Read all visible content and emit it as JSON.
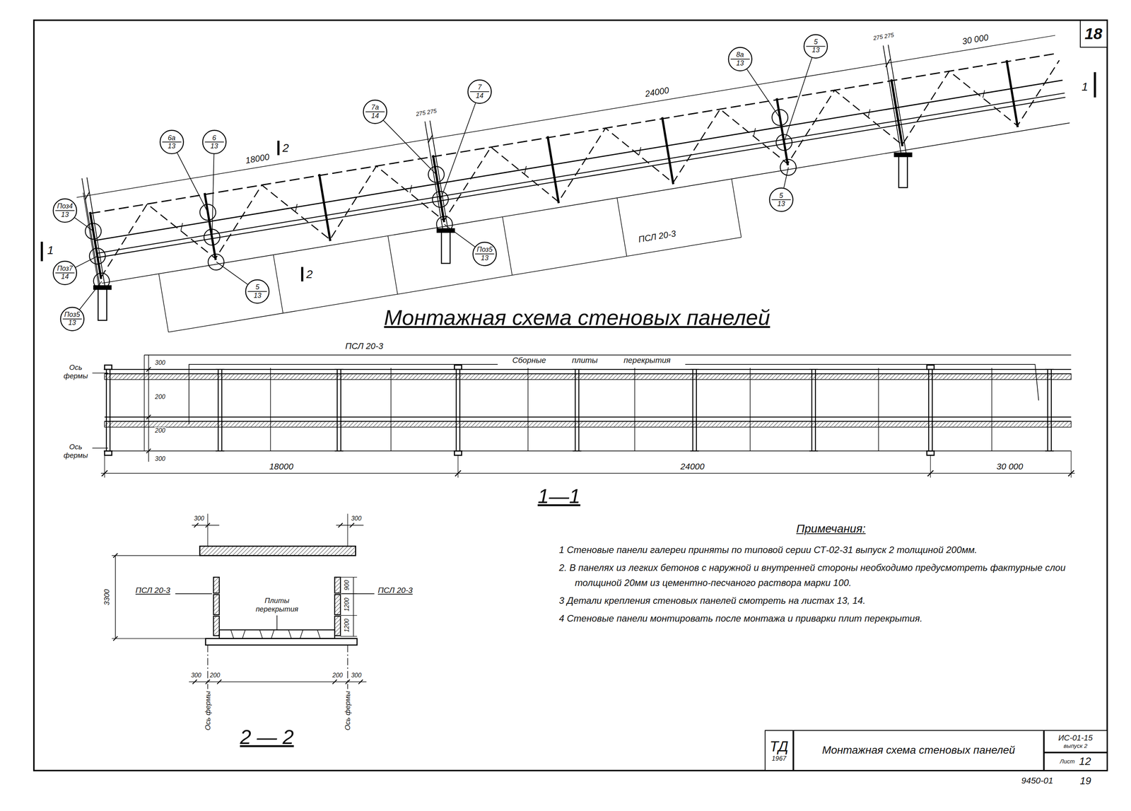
{
  "diagram": {
    "title": "Монтажная схема стеновых панелей",
    "nodes": [
      {
        "text": [
          "18"
        ]
      },
      {
        "text": [
          "Поз4",
          "13"
        ]
      },
      {
        "text": [
          "Поз7",
          "14"
        ]
      },
      {
        "text": [
          "Поз5",
          "13"
        ]
      },
      {
        "text": [
          "6а",
          "13"
        ]
      },
      {
        "text": [
          "6",
          "13"
        ]
      },
      {
        "text": [
          "5",
          "13"
        ]
      },
      {
        "text": [
          "7а",
          "14"
        ]
      },
      {
        "text": [
          "7",
          "14"
        ]
      },
      {
        "text": [
          "Поз5",
          "13"
        ]
      },
      {
        "text": [
          "8а",
          "13"
        ]
      },
      {
        "text": [
          "5",
          "13"
        ]
      },
      {
        "text": [
          "5",
          "13"
        ]
      },
      {
        "text": [
          "ТД",
          "1967"
        ]
      },
      {
        "text": [
          "Монтажная схема стеновых панелей"
        ]
      },
      {
        "text": [
          "ИС-01-15",
          "выпуск 2"
        ]
      },
      {
        "text": [
          "Лист",
          "12"
        ]
      }
    ],
    "labels": [
      "2",
      "2",
      "1",
      "1",
      "18000",
      "275 275",
      "24000",
      "275 275",
      "30 000",
      "ПСЛ 20-3",
      "ПСЛ 20-3",
      "Сборные плиты перекрытия",
      "Ось фермы",
      "Ось фермы",
      "300",
      "200",
      "200",
      "300",
      "18000",
      "24000",
      "30 000",
      "1—1",
      "300",
      "300",
      "3300",
      "900",
      "1200",
      "1200",
      "ПСЛ 20-3",
      "Плиты перекрытия",
      "ПСЛ 20-3",
      "300",
      "200",
      "200",
      "300",
      "Ось фермы",
      "Ось фермы",
      "2 — 2",
      "Примечания:",
      "1 Стеновые панели галереи приняты по типовой серии СТ-02-31 выпуск 2 толщиной 200мм.",
      "2. В панелях из легких бетонов с наружной и внутренней стороны необходимо предусмотреть фактурные слои толщиной 20мм из цементно-песчаного раствора марки 100.",
      "3 Детали крепления стеновых панелей смотреть на листах 13, 14.",
      "4 Стеновые панели монтировать после монтажа и приварки плит перекрытия.",
      "9450-01",
      "19"
    ]
  }
}
